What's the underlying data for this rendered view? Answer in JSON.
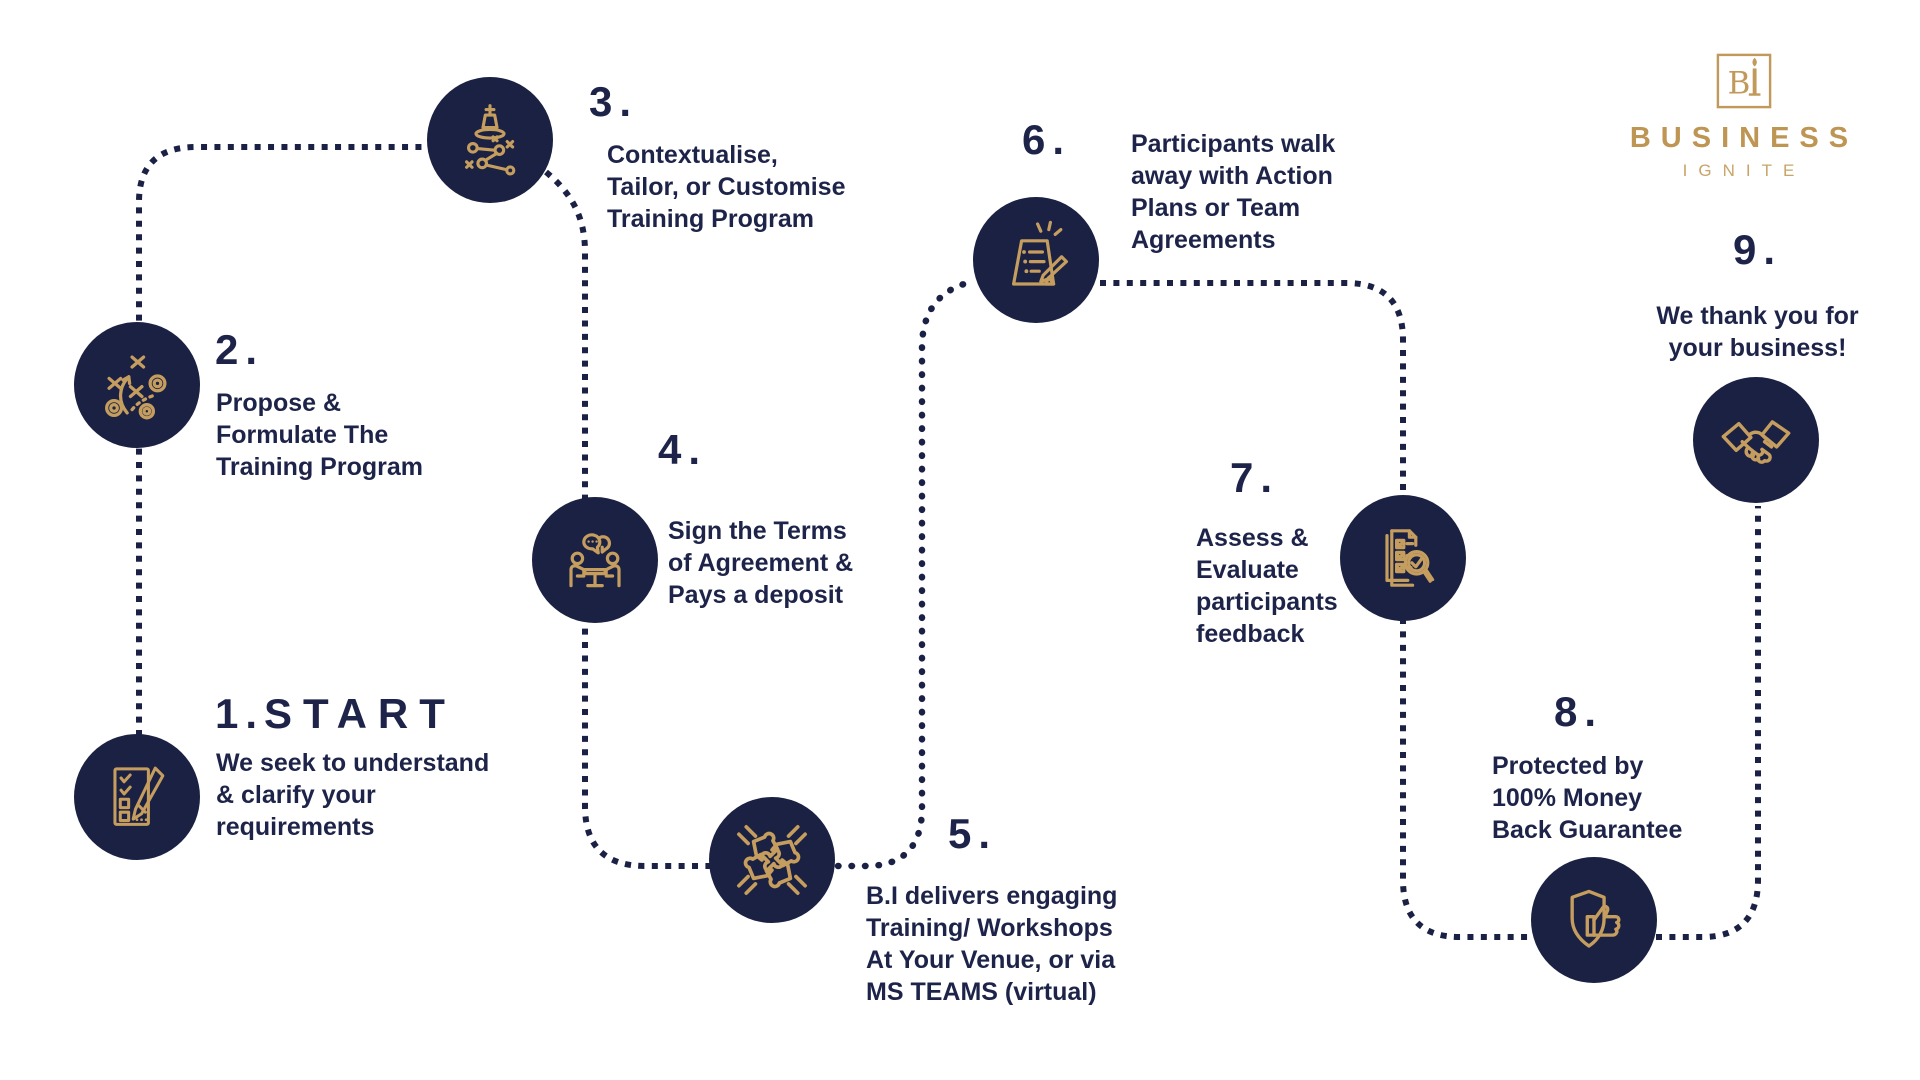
{
  "logo": {
    "monogram": "B.I",
    "title": "BUSINESS",
    "subtitle": "IGNITE"
  },
  "colors": {
    "navy": "#1B2142",
    "gold": "#C59D5F",
    "text_navy": "#1E2449",
    "logo_gold": "#BE9553"
  },
  "steps": [
    {
      "number": "1.",
      "title": "START",
      "description": "We seek to understand\n& clarify your\nrequirements",
      "icon": "checklist-pencil-icon"
    },
    {
      "number": "2.",
      "description": "Propose &\nFormulate The\nTraining Program",
      "icon": "tactics-plan-icon"
    },
    {
      "number": "3.",
      "description": "Contextualise,\nTailor, or Customise\nTraining Program",
      "icon": "chess-strategy-icon"
    },
    {
      "number": "4.",
      "description": "Sign the Terms\nof Agreement &\nPays a deposit",
      "icon": "meeting-agreement-icon"
    },
    {
      "number": "5.",
      "description": "B.I delivers engaging\nTraining/ Workshops\nAt Your Venue, or via\nMS TEAMS (virtual)",
      "icon": "teamwork-puzzle-icon"
    },
    {
      "number": "6.",
      "description": "Participants walk\naway with Action\nPlans or Team\nAgreements",
      "icon": "action-plan-icon"
    },
    {
      "number": "7.",
      "description": "Assess &\nEvaluate\nparticipants\nfeedback",
      "icon": "evaluate-feedback-icon"
    },
    {
      "number": "8.",
      "description": "Protected by\n100% Money\nBack Guarantee",
      "icon": "shield-thumbs-up-icon"
    },
    {
      "number": "9.",
      "description": "We thank you for\nyour business!",
      "icon": "handshake-icon"
    }
  ]
}
